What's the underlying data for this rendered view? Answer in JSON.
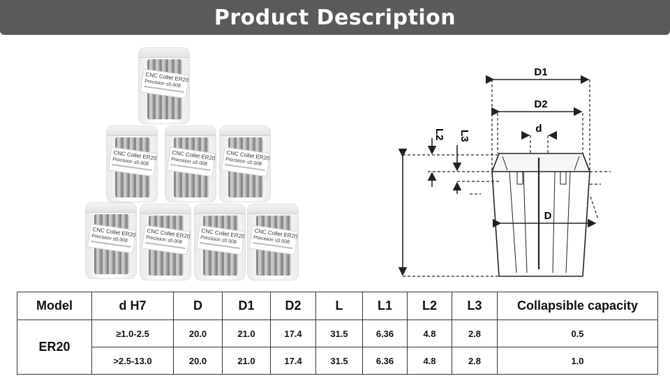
{
  "header": {
    "title": "Product Description"
  },
  "product_label": {
    "name": "CNC Collet ER20",
    "precision": "Precision ≤0.008"
  },
  "diagram": {
    "labels": {
      "d1": "D1",
      "d2": "D2",
      "d": "d",
      "l2": "L2",
      "l3": "L3",
      "D": "D"
    }
  },
  "table": {
    "headers": [
      "Model",
      "d  H7",
      "D",
      "D1",
      "D2",
      "L",
      "L1",
      "L2",
      "L3",
      "Collapsible capacity"
    ],
    "model": "ER20",
    "rows": [
      [
        "≥1.0-2.5",
        "20.0",
        "21.0",
        "17.4",
        "31.5",
        "6.36",
        "4.8",
        "2.8",
        "0.5"
      ],
      [
        ">2.5-13.0",
        "20.0",
        "21.0",
        "17.4",
        "31.5",
        "6.36",
        "4.8",
        "2.8",
        "1.0"
      ]
    ]
  }
}
